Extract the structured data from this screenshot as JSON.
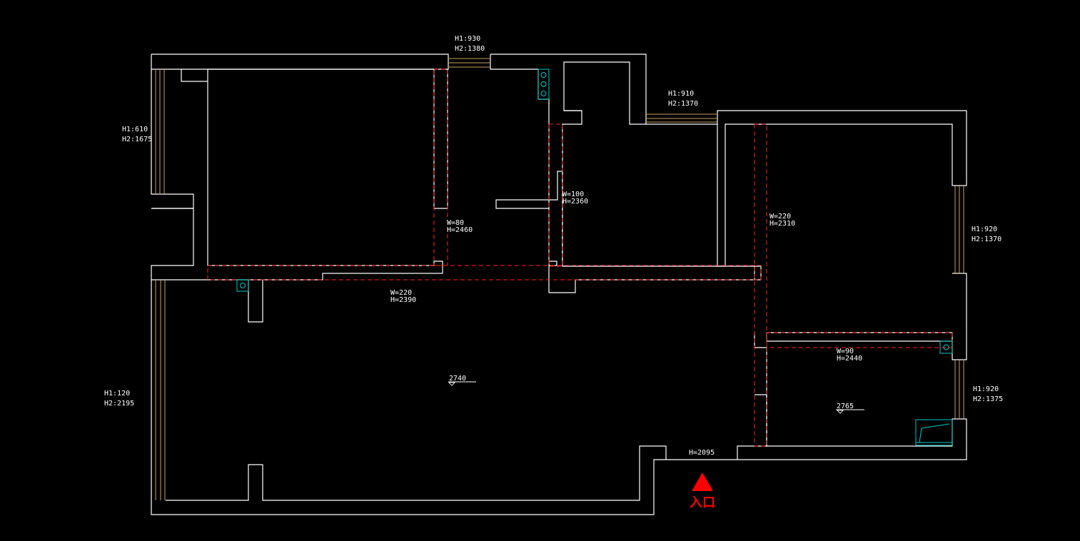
{
  "plan": {
    "windows": [
      {
        "id": "win-top",
        "h1": "H1:930",
        "h2": "H2:1380"
      },
      {
        "id": "win-top-right",
        "h1": "H1:910",
        "h2": "H2:1370"
      },
      {
        "id": "win-left-upper",
        "h1": "H1:610",
        "h2": "H2:1675"
      },
      {
        "id": "win-left-lower",
        "h1": "H1:120",
        "h2": "H2:2195"
      },
      {
        "id": "win-right-upper",
        "h1": "H1:920",
        "h2": "H2:1370"
      },
      {
        "id": "win-right-lower",
        "h1": "H1:920",
        "h2": "H2:1375"
      }
    ],
    "beams": [
      {
        "id": "beam-80",
        "w": "W=80",
        "h": "H=2460"
      },
      {
        "id": "beam-100",
        "w": "W=100",
        "h": "H=2360"
      },
      {
        "id": "beam-220-a",
        "w": "W=220",
        "h": "H=2310"
      },
      {
        "id": "beam-220-b",
        "w": "W=220",
        "h": "H=2390"
      },
      {
        "id": "beam-90",
        "w": "W=90",
        "h": "H=2440"
      }
    ],
    "ceiling_heights": [
      {
        "id": "ceiling-living",
        "value": "2740"
      },
      {
        "id": "ceiling-room",
        "value": "2765"
      }
    ],
    "door": {
      "label": "H=2095"
    },
    "entrance": {
      "label": "入口"
    },
    "colors": {
      "background": "#000000",
      "wall": "#ffffff",
      "beam": "#ff2020",
      "fixture": "#00c8c8",
      "entrance": "#ff0000",
      "window": "#c8a060"
    }
  }
}
